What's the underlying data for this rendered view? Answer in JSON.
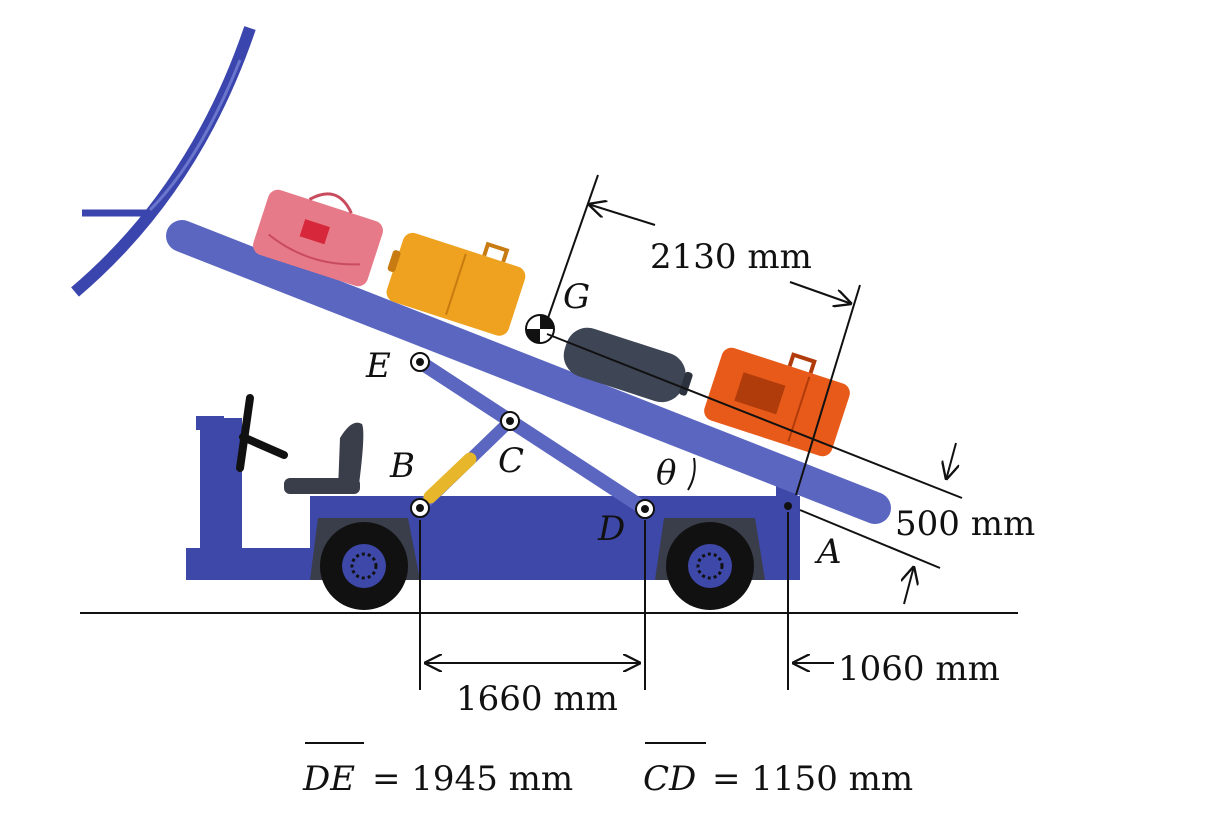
{
  "points": {
    "A": "A",
    "B": "B",
    "C": "C",
    "D": "D",
    "E": "E",
    "G": "G"
  },
  "angle": "θ",
  "dimensions": {
    "cg_distance": "2130 mm",
    "offset": "500 mm",
    "bd_spacing": "1660 mm",
    "a_offset": "1060 mm"
  },
  "equations": {
    "de_symbol": "DE",
    "de_value": "= 1945 mm",
    "cd_symbol": "CD",
    "cd_value": "= 1150 mm"
  },
  "colors": {
    "vehicle": "#3e48a8",
    "conveyor": "#5a66c0",
    "actuator": "#e8b62a",
    "bag_pink": "#e77a88",
    "bag_yellow": "#eea21f",
    "bag_dark": "#3e4656",
    "bag_orange": "#e75a1a"
  },
  "icons": {
    "cg": "center-of-gravity-icon",
    "pin": "pin-joint-icon",
    "wheel": "wheel-icon"
  }
}
